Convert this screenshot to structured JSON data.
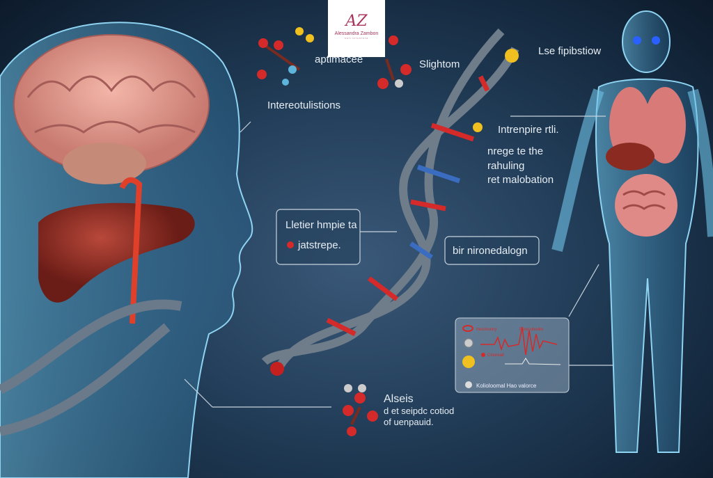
{
  "logo": {
    "monogram": "AZ",
    "name": "Alessandra Zambon",
    "subtitle": "nutrizionista"
  },
  "labels": {
    "aptimacee": "aptimacee",
    "slightom": "Slightom",
    "lse": "Lse fipibstiow",
    "intereotulistions": "Intereotulistions",
    "intrenpire": "Intrenpire rtli.",
    "nrege_lines": [
      "nrege te the",
      "rahuling",
      "ret malobation"
    ],
    "alseis_title": "Alseis",
    "alseis_lines": [
      "d et seipdc cotiod",
      "of uenpauid."
    ]
  },
  "box_left": {
    "line1": "Lletier hmpie ta",
    "line2": "jatstrepe."
  },
  "box_right": {
    "text": "bir nironedalogn"
  },
  "panel": {
    "row1_a": "Inosmonny",
    "row1_b": "Pnrecohedre",
    "row3": "Cinorealt",
    "footer": "Kolioloomal Hao valorce"
  },
  "colors": {
    "background": "#24405c",
    "accent_red": "#d42a2a",
    "accent_yellow": "#f0c020",
    "glass_blue": "#5fb4dc"
  }
}
